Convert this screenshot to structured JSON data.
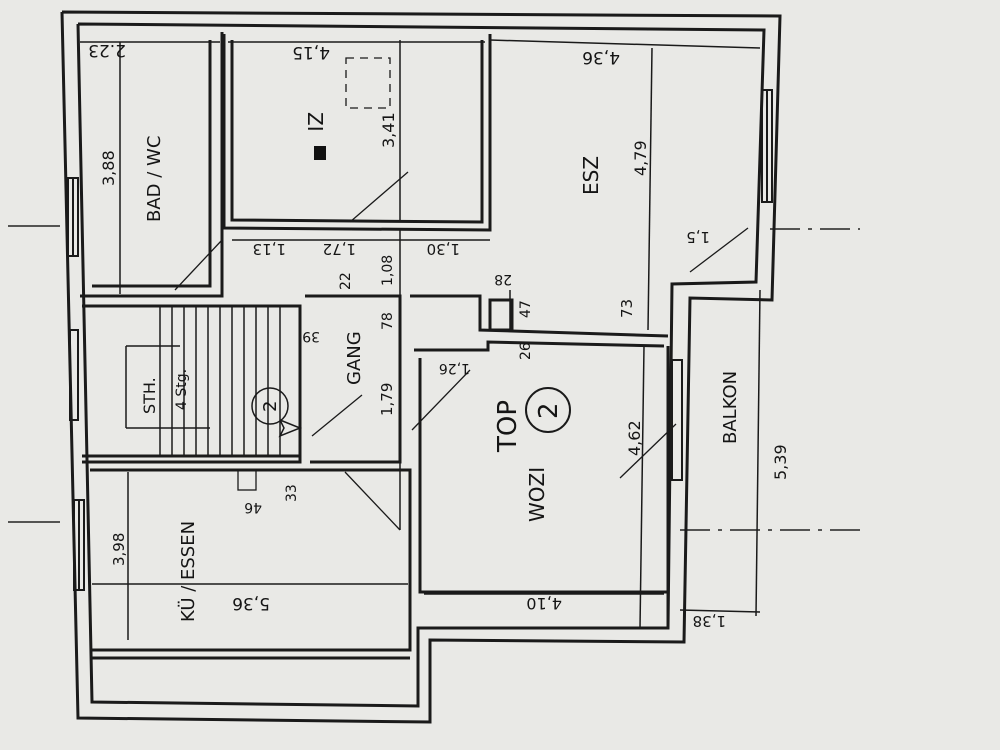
{
  "plan": {
    "rooms": {
      "bad_wc": "BAD / WC",
      "zi": "ZI",
      "esz": "ESZ",
      "gang": "GANG",
      "sth": "STH.",
      "stair_sub": "4 Stg.",
      "stair_num": "2",
      "top": "TOP",
      "top_num": "2",
      "wozi": "WOZI",
      "balkon": "BALKON",
      "kue_essen": "KÜ / ESSEN"
    },
    "dims": {
      "d223": "2.23",
      "d415": "4,15",
      "d436": "4,36",
      "d388": "3,88",
      "d341": "3,41",
      "d479": "4,79",
      "d113": "1,13",
      "d172": "1,72",
      "d130": "1,30",
      "d108": "1,08",
      "d15": "1,5",
      "d22": "22",
      "d39": "39",
      "d78": "78",
      "d28": "28",
      "d47": "47",
      "d73": "73",
      "d26": "26",
      "d126": "1,26",
      "d179": "1,79",
      "d462": "4,62",
      "d539": "5,39",
      "d398": "3,98",
      "d33": "33",
      "d46": "46",
      "d536": "5,36",
      "d410": "4,10",
      "d138": "1,38"
    }
  }
}
